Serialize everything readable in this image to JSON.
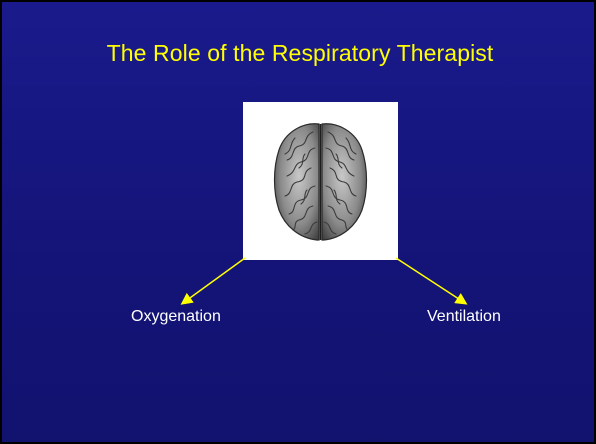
{
  "slide": {
    "title": "The Role of the Respiratory Therapist",
    "image": {
      "icon": "brain-icon"
    },
    "labels": {
      "left": "Oxygenation",
      "right": "Ventilation"
    },
    "colors": {
      "background": "#16167e",
      "title": "#ffff00",
      "arrow": "#ffff00",
      "label": "#ffffff",
      "frame": "#000000"
    }
  }
}
